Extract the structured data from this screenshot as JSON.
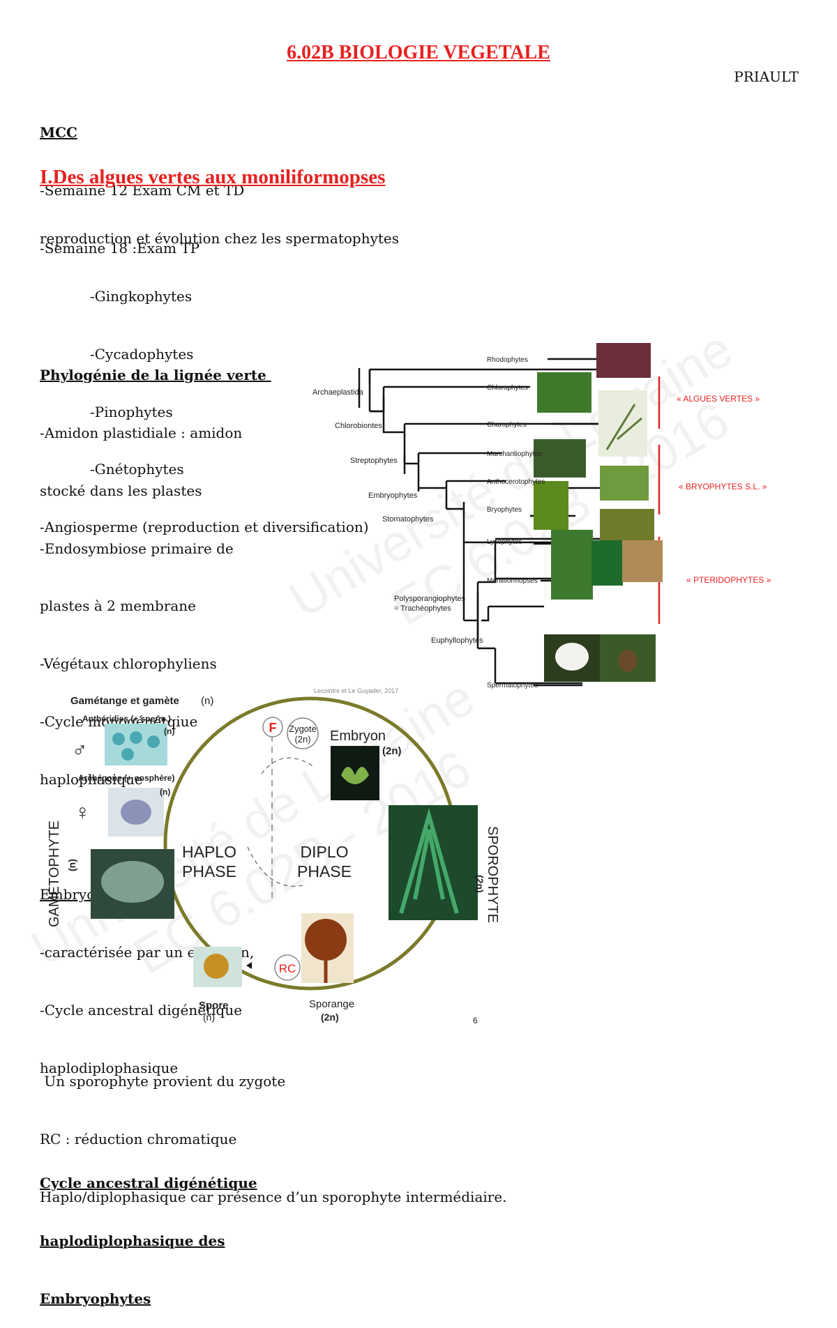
{
  "header": {
    "title": "6.02B BIOLOGIE VEGETALE ",
    "author": "PRIAULT"
  },
  "mcc": {
    "heading": "MCC",
    "lines": [
      "-Semaine 12 Exam CM et TD",
      "-Semaine 18 :Exam TP"
    ]
  },
  "section1": {
    "title": "I.Des algues vertes aux moniliformopses ",
    "intro": "reproduction et évolution chez les spermatophytes",
    "groups": [
      "-Gingkophytes",
      "-Cycadophytes",
      "-Pinophytes",
      "-Gnétophytes"
    ],
    "angio": "-Angiosperme (reproduction et diversification)"
  },
  "phylogeny": {
    "heading": "Phylogénie de la lignée verte ",
    "lines": [
      "-Amidon plastidiale : amidon",
      "stocké dans les plastes",
      "-Endosymbiose primaire de",
      "plastes à 2 membrane",
      "-Végétaux chlorophyliens",
      "-Cycle monogénétqiue",
      "haplophasique"
    ]
  },
  "embryophytes": {
    "heading": "Embryophytes :",
    "lines": [
      "-caractérisée par un embryon,",
      "-Cycle ancestral digénétique",
      "haplodiplophasique"
    ]
  },
  "cycle_heading": [
    "Cycle ancestral digénétique",
    "haplodiplophasique des",
    "Embryophytes"
  ],
  "tree": {
    "taxa": [
      "Rhodophytes",
      "Chlorophytes",
      "Charophytes",
      "Marchantiophytes",
      "Anthocerotophytes",
      "Bryophytes",
      "Lycophytes",
      "Moniliformopses",
      "Spermatophytes"
    ],
    "clades": [
      "Archaeplastida",
      "Chlorobiontes",
      "Streptophytes",
      "Embryophytes",
      "Stomatophytes",
      "Polysporangiophytes",
      "= Trachéophytes",
      "Euphyllophytes"
    ],
    "groups": [
      "« ALGUES VERTES »",
      "« BRYOPHYTES S.L. »",
      "« PTERIDOPHYTES »"
    ],
    "source": "Lecointre et Le Guyader, 2017"
  },
  "cycle_figure": {
    "gametange": "Gamétange et gamète",
    "gametange_n": "(n)",
    "antheridies": "Anthéridies (+ sperm.)",
    "antheridies_n": "(n)",
    "archegone": "Archégone (+ oosphère)",
    "archegone_n": "(n)",
    "male": "♂",
    "female": "♀",
    "f_label": "F",
    "zygote": "Zygote",
    "zygote_n": "(2n)",
    "embryon": "Embryon",
    "embryon_n": "(2n)",
    "haplo1": "HAPLO",
    "haplo2": "PHASE",
    "diplo1": "DIPLO",
    "diplo2": "PHASE",
    "gametophyte": "GAMETOPHYTE",
    "gametophyte_n": "(n)",
    "sporophyte": "SPOROPHYTE",
    "sporophyte_n": "(2n)",
    "rc": "RC",
    "spore": "Spore",
    "spore_n": "(n)",
    "sporange": "Sporange",
    "sporange_n": "(2n)",
    "page_num": "6"
  },
  "conclusion": [
    " Un sporophyte provient du zygote",
    "RC : réduction chromatique",
    "Haplo/diplophasique car présence d’un sporophyte intermédiaire."
  ],
  "watermark": {
    "line1": "Université de Lorraine",
    "line2": "EC 6.02B - 2016"
  }
}
